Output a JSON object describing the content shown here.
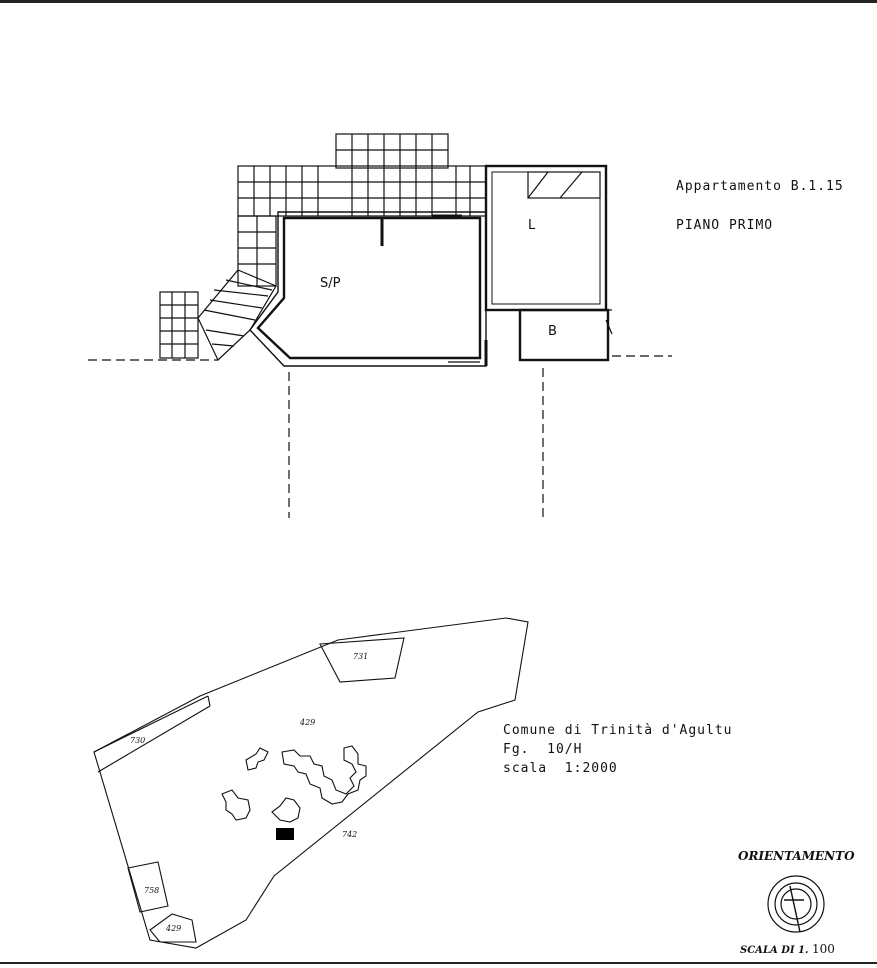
{
  "apartment": {
    "title": "Appartamento B.1.15",
    "floor": "PIANO PRIMO"
  },
  "rooms": {
    "living": "S/P",
    "bedroom": "L",
    "bath": "B"
  },
  "cadastral": {
    "comune": "Comune di Trinità d'Agultu",
    "foglio": "Fg.  10/H",
    "scala": "scala  1:2000",
    "parcels": {
      "p731": "731",
      "p429_center": "429",
      "p730": "730",
      "p742": "742",
      "p758": "758",
      "p429_bottom": "429"
    }
  },
  "orientation": {
    "title": "ORIENTAMENTO",
    "scale_prefix": "SCALA DI 1.",
    "scale_value": "100"
  }
}
